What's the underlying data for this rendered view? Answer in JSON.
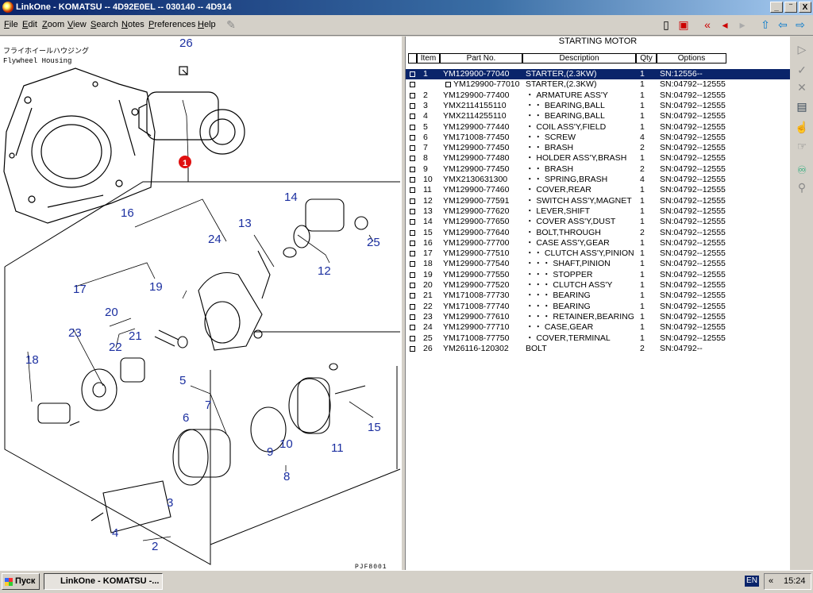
{
  "window": {
    "title": "LinkOne - KOMATSU -- 4D92E0EL -- 030140 -- 4D914",
    "buttons": {
      "minimize": "_",
      "restore": "¨",
      "close": "X"
    }
  },
  "menu": [
    {
      "key": "F",
      "rest": "ile"
    },
    {
      "key": "E",
      "rest": "dit"
    },
    {
      "key": "Z",
      "rest": "oom"
    },
    {
      "key": "V",
      "rest": "iew"
    },
    {
      "key": "S",
      "rest": "earch"
    },
    {
      "key": "N",
      "rest": "otes"
    },
    {
      "key": "P",
      "rest": "references"
    },
    {
      "key": "H",
      "rest": "elp"
    }
  ],
  "toolbar_icons": [
    "book-icon",
    "pages-icon",
    "first-icon",
    "prev-icon",
    "next-icon",
    "up-icon",
    "back-icon",
    "forward-icon"
  ],
  "drawing": {
    "jp_label": "フライホイールハウジング",
    "en_label": "Flywheel Housing",
    "code": "PJF8001",
    "callout_main": "1",
    "callouts": [
      "26",
      "16",
      "24",
      "13",
      "14",
      "25",
      "12",
      "17",
      "19",
      "20",
      "21",
      "22",
      "23",
      "18",
      "5",
      "7",
      "6",
      "10",
      "9",
      "11",
      "15",
      "8",
      "3",
      "4",
      "2"
    ]
  },
  "parts": {
    "title": "STARTING MOTOR",
    "columns": {
      "item": "Item",
      "part": "Part No.",
      "desc": "Description",
      "qty": "Qty",
      "options": "Options"
    },
    "rows": [
      {
        "item": "1",
        "part": "YM129900-77040",
        "desc": "STARTER,(2.3KW)",
        "qty": "1",
        "opt": "SN:12556--"
      },
      {
        "item": "",
        "part": "YM129900-77010",
        "desc": "STARTER,(2.3KW)",
        "qty": "1",
        "opt": "SN:04792--12555"
      },
      {
        "item": "2",
        "part": "YM129900-77400",
        "desc": "・ ARMATURE ASS'Y",
        "qty": "1",
        "opt": "SN:04792--12555"
      },
      {
        "item": "3",
        "part": "YMX2114155110",
        "desc": "・・ BEARING,BALL",
        "qty": "1",
        "opt": "SN:04792--12555"
      },
      {
        "item": "4",
        "part": "YMX2114255110",
        "desc": "・・ BEARING,BALL",
        "qty": "1",
        "opt": "SN:04792--12555"
      },
      {
        "item": "5",
        "part": "YM129900-77440",
        "desc": "・ COIL ASS'Y,FIELD",
        "qty": "1",
        "opt": "SN:04792--12555"
      },
      {
        "item": "6",
        "part": "YM171008-77450",
        "desc": "・・ SCREW",
        "qty": "4",
        "opt": "SN:04792--12555"
      },
      {
        "item": "7",
        "part": "YM129900-77450",
        "desc": "・・ BRASH",
        "qty": "2",
        "opt": "SN:04792--12555"
      },
      {
        "item": "8",
        "part": "YM129900-77480",
        "desc": "・ HOLDER ASS'Y,BRASH",
        "qty": "1",
        "opt": "SN:04792--12555"
      },
      {
        "item": "9",
        "part": "YM129900-77450",
        "desc": "・・ BRASH",
        "qty": "2",
        "opt": "SN:04792--12555"
      },
      {
        "item": "10",
        "part": "YMX2130631300",
        "desc": "・・ SPRING,BRASH",
        "qty": "4",
        "opt": "SN:04792--12555"
      },
      {
        "item": "11",
        "part": "YM129900-77460",
        "desc": "・ COVER,REAR",
        "qty": "1",
        "opt": "SN:04792--12555"
      },
      {
        "item": "12",
        "part": "YM129900-77591",
        "desc": "・ SWITCH ASS'Y,MAGNET",
        "qty": "1",
        "opt": "SN:04792--12555"
      },
      {
        "item": "13",
        "part": "YM129900-77620",
        "desc": "・ LEVER,SHIFT",
        "qty": "1",
        "opt": "SN:04792--12555"
      },
      {
        "item": "14",
        "part": "YM129900-77650",
        "desc": "・ COVER ASS'Y,DUST",
        "qty": "1",
        "opt": "SN:04792--12555"
      },
      {
        "item": "15",
        "part": "YM129900-77640",
        "desc": "・ BOLT,THROUGH",
        "qty": "2",
        "opt": "SN:04792--12555"
      },
      {
        "item": "16",
        "part": "YM129900-77700",
        "desc": "・ CASE ASS'Y,GEAR",
        "qty": "1",
        "opt": "SN:04792--12555"
      },
      {
        "item": "17",
        "part": "YM129900-77510",
        "desc": "・・ CLUTCH ASS'Y,PINION",
        "qty": "1",
        "opt": "SN:04792--12555"
      },
      {
        "item": "18",
        "part": "YM129900-77540",
        "desc": "・・・ SHAFT,PINION",
        "qty": "1",
        "opt": "SN:04792--12555"
      },
      {
        "item": "19",
        "part": "YM129900-77550",
        "desc": "・・・ STOPPER",
        "qty": "1",
        "opt": "SN:04792--12555"
      },
      {
        "item": "20",
        "part": "YM129900-77520",
        "desc": "・・・ CLUTCH ASS'Y",
        "qty": "1",
        "opt": "SN:04792--12555"
      },
      {
        "item": "21",
        "part": "YM171008-77730",
        "desc": "・・・ BEARING",
        "qty": "1",
        "opt": "SN:04792--12555"
      },
      {
        "item": "22",
        "part": "YM171008-77740",
        "desc": "・・・ BEARING",
        "qty": "1",
        "opt": "SN:04792--12555"
      },
      {
        "item": "23",
        "part": "YM129900-77610",
        "desc": "・・・ RETAINER,BEARING",
        "qty": "1",
        "opt": "SN:04792--12555"
      },
      {
        "item": "24",
        "part": "YM129900-77710",
        "desc": "・・ CASE,GEAR",
        "qty": "1",
        "opt": "SN:04792--12555"
      },
      {
        "item": "25",
        "part": "YM171008-77750",
        "desc": "・ COVER,TERMINAL",
        "qty": "1",
        "opt": "SN:04792--12555"
      },
      {
        "item": "26",
        "part": "YM26116-120302",
        "desc": "BOLT",
        "qty": "2",
        "opt": "SN:04792--"
      }
    ]
  },
  "taskbar": {
    "start": "Пуск",
    "task": "LinkOne - KOMATSU -...",
    "lang": "EN",
    "clock": "15:24",
    "tray_arrow": "«"
  },
  "colors": {
    "selection": "#0a246a",
    "callout": "#1b2fa0",
    "marker": "#e01010"
  }
}
